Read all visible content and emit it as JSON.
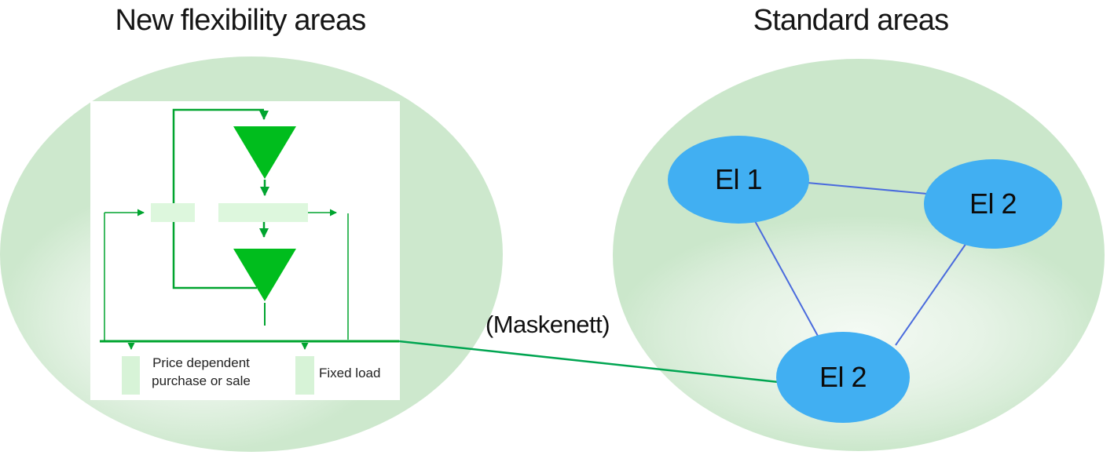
{
  "colors": {
    "flow-green": "#00a42f",
    "tri-green": "#00bd1d",
    "pale-green": "#ddf7dd",
    "pale-green-2": "#d7f3d7",
    "emerald-line": "#00a551",
    "node-blue": "#41aff2",
    "link-blue": "#4a6bdd",
    "text-dark": "#1a1a1a"
  },
  "left_area": {
    "title": "New flexibility areas",
    "price_label_line1": "Price dependent",
    "price_label_line2": "purchase or sale",
    "fixed_label": "Fixed load"
  },
  "connection": {
    "label": "(Maskenett)"
  },
  "right_area": {
    "title": "Standard areas",
    "nodes": [
      {
        "label": "El 1"
      },
      {
        "label": "El 2"
      },
      {
        "label": "El 2"
      }
    ]
  }
}
